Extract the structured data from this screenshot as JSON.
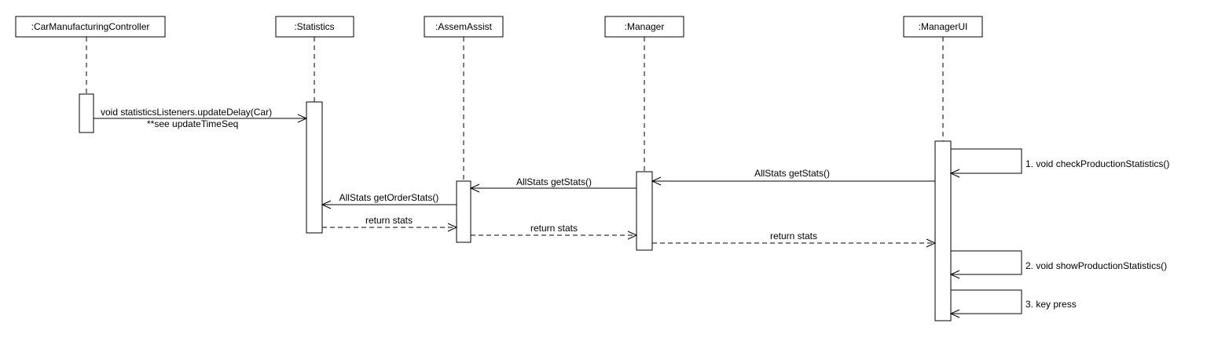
{
  "participants": [
    {
      "id": "cmc",
      "label": ":CarManufacturingController"
    },
    {
      "id": "stats",
      "label": ":Statistics"
    },
    {
      "id": "assem",
      "label": ":AssemAssist"
    },
    {
      "id": "manager",
      "label": ":Manager"
    },
    {
      "id": "ui",
      "label": ":ManagerUI"
    }
  ],
  "messages": [
    {
      "label": "void statisticsListeners.updateDelay(Car)",
      "note": "**see updateTimeSeq"
    },
    {
      "label": "1. void checkProductionStatistics()"
    },
    {
      "label": "AllStats getStats()"
    },
    {
      "label": "AllStats getStats()"
    },
    {
      "label": "AllStats getOrderStats()"
    },
    {
      "label": "return stats"
    },
    {
      "label": "return stats"
    },
    {
      "label": "return stats"
    },
    {
      "label": "2. void showProductionStatistics()"
    },
    {
      "label": "3. key press"
    }
  ]
}
